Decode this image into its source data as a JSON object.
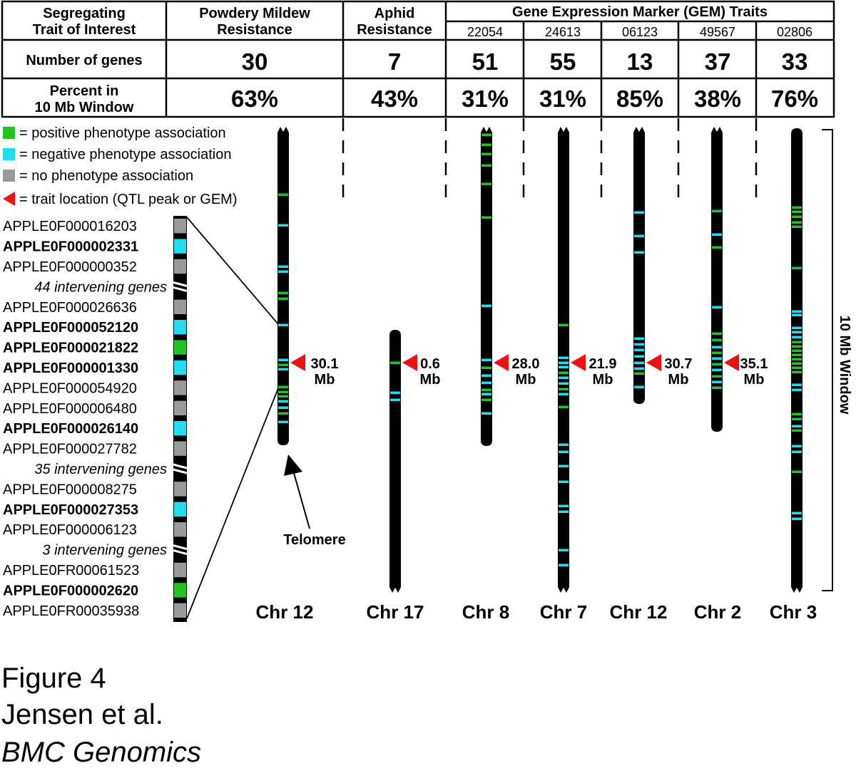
{
  "colors": {
    "positive": "#22c322",
    "negative": "#22dcf0",
    "none": "#9a9a9a",
    "trait": "#ee1111"
  },
  "table": {
    "corner": [
      "Segregating",
      "Trait of Interest"
    ],
    "pm": [
      "Powdery Mildew",
      "Resistance"
    ],
    "aphid": [
      "Aphid",
      "Resistance"
    ],
    "gem_title": "Gene Expression Marker (GEM) Traits",
    "gem_ids": [
      "22054",
      "24613",
      "06123",
      "49567",
      "02806"
    ],
    "row1_label": "Number of genes",
    "row2_label": [
      "Percent in",
      "10 Mb Window"
    ],
    "genes": [
      "30",
      "7",
      "51",
      "55",
      "13",
      "37",
      "33"
    ],
    "percents": [
      "63%",
      "43%",
      "31%",
      "31%",
      "85%",
      "38%",
      "76%"
    ]
  },
  "legend": [
    {
      "kind": "positive",
      "icon": "green-square-icon",
      "text": "= positive phenotype association"
    },
    {
      "kind": "negative",
      "icon": "cyan-square-icon",
      "text": "= negative phenotype association"
    },
    {
      "kind": "none",
      "icon": "gray-square-icon",
      "text": "= no phenotype association"
    },
    {
      "kind": "trait",
      "icon": "red-triangle-icon",
      "text": "= trait location (QTL peak or GEM)"
    }
  ],
  "gene_list": [
    {
      "name": "APPLE0F000016203",
      "style": "normal",
      "kind": "none"
    },
    {
      "name": "APPLE0F000002331",
      "style": "bold",
      "kind": "negative"
    },
    {
      "name": "APPLE0F000000352",
      "style": "normal",
      "kind": "none"
    },
    {
      "name": "44 intervening genes",
      "style": "italic",
      "kind": "gap"
    },
    {
      "name": "APPLE0F000026636",
      "style": "normal",
      "kind": "none"
    },
    {
      "name": "APPLE0F000052120",
      "style": "bold",
      "kind": "negative"
    },
    {
      "name": "APPLE0F000021822",
      "style": "bold",
      "kind": "positive"
    },
    {
      "name": "APPLE0F000001330",
      "style": "bold",
      "kind": "negative"
    },
    {
      "name": "APPLE0F000054920",
      "style": "normal",
      "kind": "none"
    },
    {
      "name": "APPLE0F000006480",
      "style": "normal",
      "kind": "none"
    },
    {
      "name": "APPLE0F000026140",
      "style": "bold",
      "kind": "negative"
    },
    {
      "name": "APPLE0F000027782",
      "style": "normal",
      "kind": "none"
    },
    {
      "name": "35 intervening genes",
      "style": "italic",
      "kind": "gap"
    },
    {
      "name": "APPLE0F000008275",
      "style": "normal",
      "kind": "none"
    },
    {
      "name": "APPLE0F000027353",
      "style": "bold",
      "kind": "negative"
    },
    {
      "name": "APPLE0F000006123",
      "style": "normal",
      "kind": "none"
    },
    {
      "name": "3 intervening genes",
      "style": "italic",
      "kind": "gap"
    },
    {
      "name": "APPLE0FR00061523",
      "style": "normal",
      "kind": "none"
    },
    {
      "name": "APPLE0F000002620",
      "style": "bold",
      "kind": "positive"
    },
    {
      "name": "APPLE0FR00035938",
      "style": "normal",
      "kind": "none"
    }
  ],
  "chromosomes": [
    {
      "label": "Chr 12",
      "peak_mb": "30.1",
      "unit": "Mb"
    },
    {
      "label": "Chr 17",
      "peak_mb": "0.6",
      "unit": "Mb"
    },
    {
      "label": "Chr 8",
      "peak_mb": "28.0",
      "unit": "Mb"
    },
    {
      "label": "Chr 7",
      "peak_mb": "21.9",
      "unit": "Mb"
    },
    {
      "label": "Chr 12",
      "peak_mb": "30.7",
      "unit": "Mb"
    },
    {
      "label": "Chr 2",
      "peak_mb": "35.1",
      "unit": "Mb"
    },
    {
      "label": "Chr 3",
      "peak_mb": "",
      "unit": ""
    }
  ],
  "telomere_label": "Telomere",
  "window_label": "10 Mb Window",
  "caption": {
    "line1": "Figure 4",
    "line2": "Jensen et al.",
    "line3": "BMC Genomics"
  }
}
